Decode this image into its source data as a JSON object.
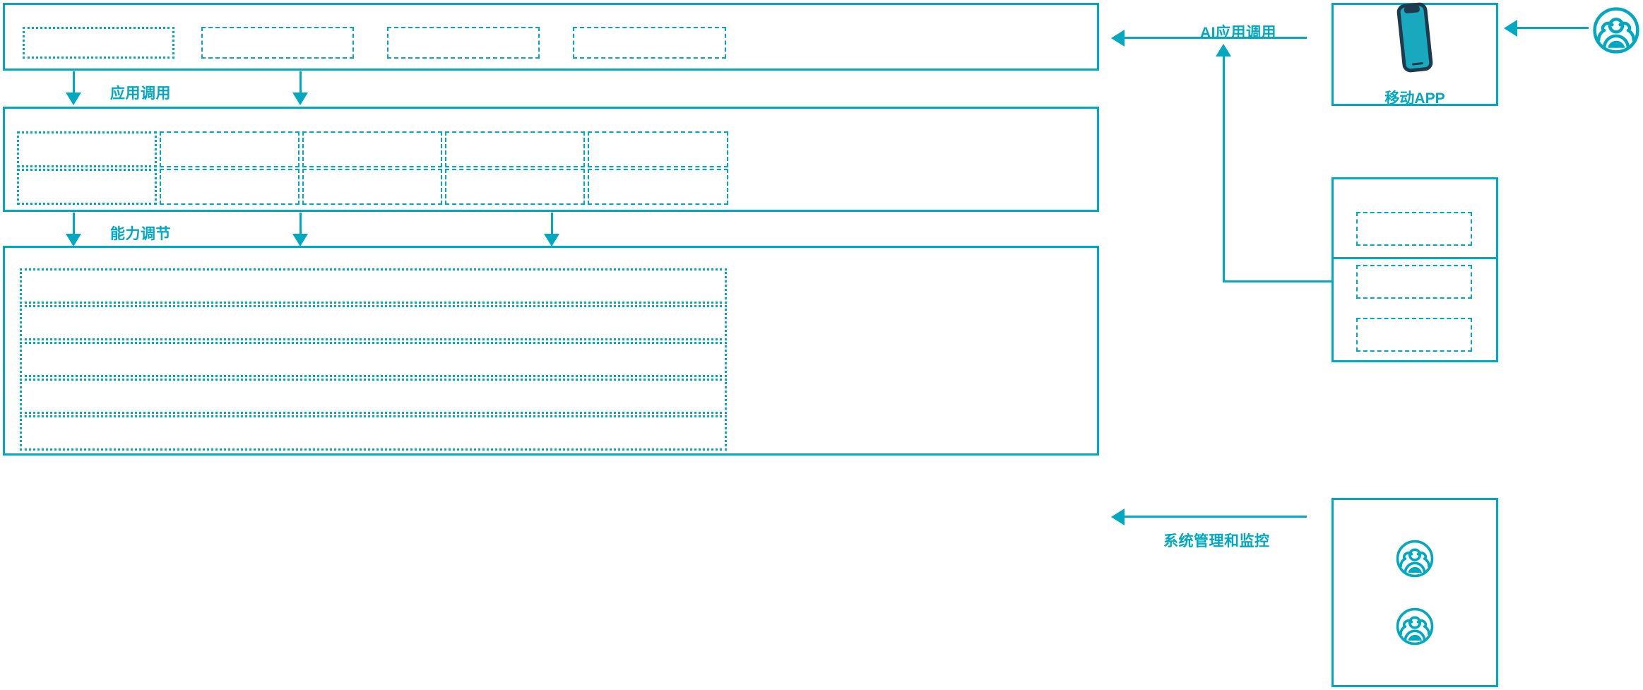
{
  "theme": {
    "accent": "#00a8c0",
    "device_frame": "#1f3a4d",
    "background": "#ffffff"
  },
  "diagram": {
    "title": "",
    "flow_labels": [
      {
        "id": "app-call",
        "text": "应用调用"
      },
      {
        "id": "capability-adjust",
        "text": "能力调节"
      },
      {
        "id": "ai-app-call",
        "text": "AI应用调用"
      },
      {
        "id": "system-admin-monitor",
        "text": "系统管理和监控"
      }
    ],
    "layers": [
      {
        "id": "application-layer",
        "name": "application-layer",
        "slots": [
          {
            "id": "app-slot-1",
            "label": ""
          },
          {
            "id": "app-slot-2",
            "label": ""
          },
          {
            "id": "app-slot-3",
            "label": ""
          },
          {
            "id": "app-slot-4",
            "label": ""
          }
        ]
      },
      {
        "id": "capability-layer",
        "name": "capability-layer",
        "slots_row_1": [
          {
            "id": "cap-slot-1",
            "label": ""
          },
          {
            "id": "cap-slot-2",
            "label": ""
          },
          {
            "id": "cap-slot-3",
            "label": ""
          },
          {
            "id": "cap-slot-4",
            "label": ""
          },
          {
            "id": "cap-slot-5",
            "label": ""
          }
        ],
        "slots_row_2": [
          {
            "id": "cap-slot-6",
            "label": ""
          },
          {
            "id": "cap-slot-7",
            "label": ""
          },
          {
            "id": "cap-slot-8",
            "label": ""
          },
          {
            "id": "cap-slot-9",
            "label": ""
          },
          {
            "id": "cap-slot-10",
            "label": ""
          }
        ]
      },
      {
        "id": "platform-layer",
        "name": "platform-layer",
        "rows": [
          {
            "id": "platform-row-1",
            "label": ""
          },
          {
            "id": "platform-row-2",
            "label": ""
          },
          {
            "id": "platform-row-3",
            "label": ""
          },
          {
            "id": "platform-row-4",
            "label": ""
          },
          {
            "id": "platform-row-5",
            "label": ""
          }
        ]
      }
    ],
    "side_nodes": [
      {
        "id": "mobile-app-node",
        "icon": "smartphone-icon",
        "caption": "移动APP"
      },
      {
        "id": "channel-node",
        "icon": "",
        "caption": "",
        "slots": [
          {
            "id": "channel-slot-1",
            "label": ""
          },
          {
            "id": "channel-slot-2",
            "label": ""
          },
          {
            "id": "channel-slot-3",
            "label": ""
          }
        ]
      },
      {
        "id": "operators-node",
        "caption": "",
        "icons": [
          {
            "id": "operator-icon-1",
            "icon": "user-group-icon"
          },
          {
            "id": "operator-icon-2",
            "icon": "user-group-icon"
          }
        ]
      }
    ],
    "actors": [
      {
        "id": "end-user-actor",
        "icon": "user-group-icon",
        "caption": ""
      }
    ]
  }
}
